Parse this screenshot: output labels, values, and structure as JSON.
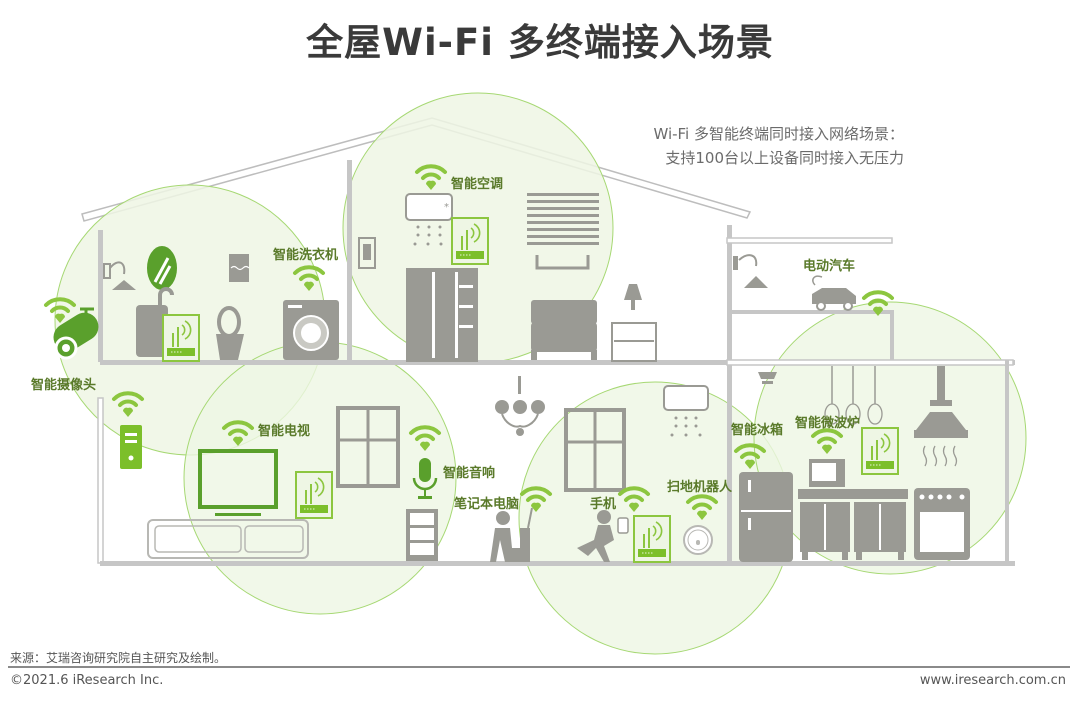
{
  "title": "全屋Wi-Fi 多终端接入场景",
  "subtitle": {
    "line1": "Wi-Fi 多智能终端同时接入网络场景：",
    "line2": "支持100台以上设备同时接入无压力"
  },
  "colors": {
    "accent_green": "#7cbf2a",
    "dark_green_text": "#5a7a2a",
    "coverage_fill": "#eef6e4",
    "coverage_stroke": "#9fd46a",
    "furniture_gray": "#9a9a94",
    "wall_gray": "#c4c4c4"
  },
  "devices": {
    "camera": "智能摄像头",
    "washer": "智能洗衣机",
    "ac": "智能空调",
    "ev": "电动汽车",
    "tv": "智能电视",
    "speaker": "智能音响",
    "laptop": "笔记本电脑",
    "phone": "手机",
    "robot": "扫地机器人",
    "fridge": "智能冰箱",
    "microwave": "智能微波炉"
  },
  "footer": {
    "source": "来源：艾瑞咨询研究院自主研究及绘制。",
    "copyright": "©2021.6 iResearch Inc.",
    "url": "www.iresearch.com.cn"
  }
}
